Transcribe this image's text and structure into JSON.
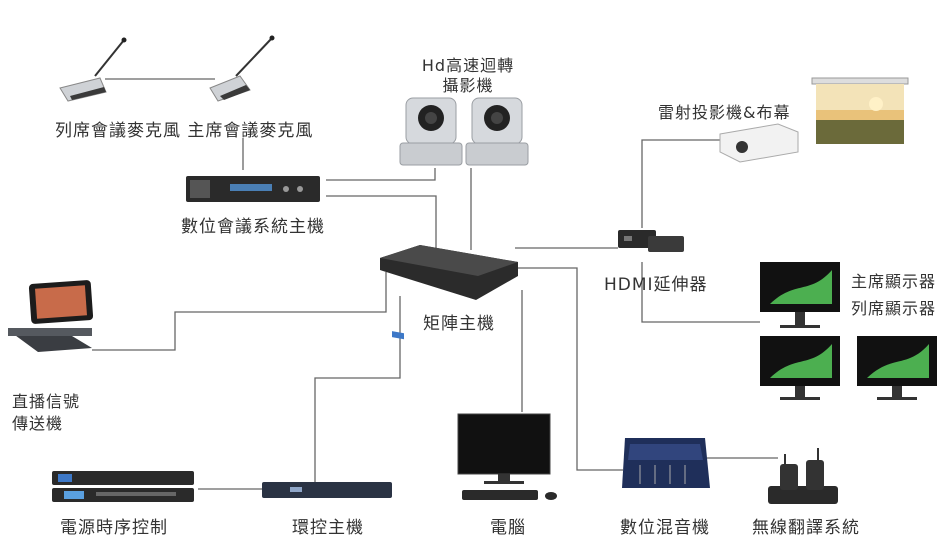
{
  "labels": {
    "mic_pair": "列席會議麥克風 主席會議麥克風",
    "camera_line1": "Hd高速迴轉",
    "camera_line2": "攝影機",
    "projector": "雷射投影機&布幕",
    "conference_host": "數位會議系統主機",
    "matrix_host": "矩陣主機",
    "hdmi_extender": "HDMI延伸器",
    "chair_display": "主席顯示器",
    "attendee_display": "列席顯示器",
    "stream_line1": "直播信號",
    "stream_line2": "傳送機",
    "power_sequencer": "電源時序控制",
    "central_control": "環控主機",
    "computer": "電腦",
    "digital_mixer": "數位混音機",
    "wireless_translation": "無線翻譯系統"
  },
  "colors": {
    "line": "#666666",
    "text": "#333333",
    "device_dark": "#2a2a2a",
    "device_silver": "#c9ccd0",
    "screen_green": "#4caf50"
  }
}
